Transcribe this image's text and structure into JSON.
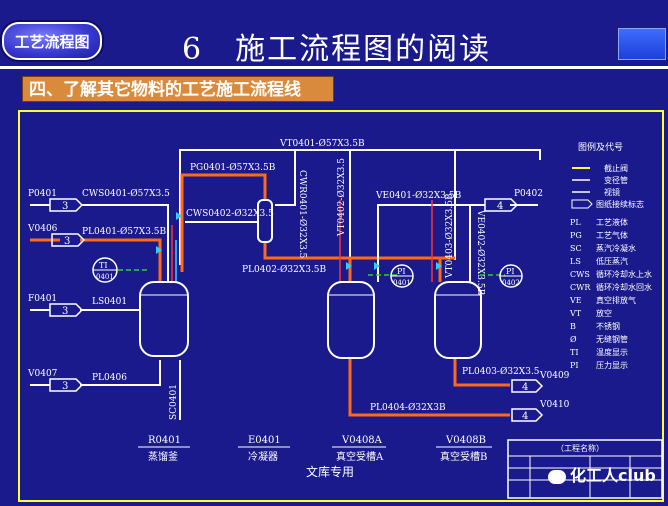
{
  "header": {
    "logo_label": "工艺流程图",
    "title": "6　施工流程图的阅读",
    "subtitle": "四、了解其它物料的工艺施工流程线"
  },
  "lines": {
    "vt0401": "VT0401-Ø57X3.5B",
    "pg0401": "PG0401-Ø57X3.5B",
    "cws0401": "CWS0401-Ø57X3.5",
    "pl0401": "PL0401-Ø57X3.5B",
    "cws0402": "CWS0402-Ø32X3.5",
    "cwr0401": "CWR0401-Ø32X3.5",
    "vt0402": "VT0402-Ø32X3.5",
    "ve0401": "VE0401-Ø32X3.5B",
    "vt0403": "VT0403-Ø32X3.5B",
    "ve0402": "VE0402-Ø32X3.5B",
    "pl0402": "PL0402-Ø32X3.5B",
    "ls0401": "LS0401",
    "pl0406": "PL0406",
    "sc0401": "SC0401",
    "pl0403": "PL0403-Ø32X3.5",
    "pl0404": "PL0404-Ø32X3B"
  },
  "streams": {
    "p0401": "P0401",
    "v0406": "V0406",
    "f0401": "F0401",
    "v0407": "V0407",
    "p0402": "P0402",
    "v0409": "V0409",
    "v0410": "V0410",
    "n3": "3",
    "n4": "4"
  },
  "instruments": {
    "ti0401_top": "TI",
    "ti0401_bot": "0401",
    "pi0401_top": "PI",
    "pi0401_bot": "0401",
    "pi0402_top": "PI",
    "pi0402_bot": "0402"
  },
  "equipment": [
    {
      "tag": "R0401",
      "name": "蒸馏釜"
    },
    {
      "tag": "E0401",
      "name": "冷凝器"
    },
    {
      "tag": "V0408A",
      "name": "真空受槽A"
    },
    {
      "tag": "V0408B",
      "name": "真空受槽B"
    }
  ],
  "legend": {
    "title": "图例及代号",
    "symbols": [
      "截止阀",
      "变径管",
      "视镜",
      "图纸接续标志"
    ],
    "codes": [
      {
        "code": "PL",
        "text": "工艺液体"
      },
      {
        "code": "PG",
        "text": "工艺气体"
      },
      {
        "code": "SC",
        "text": "蒸汽冷凝水"
      },
      {
        "code": "LS",
        "text": "低压蒸汽"
      },
      {
        "code": "CWS",
        "text": "循环冷却水上水"
      },
      {
        "code": "CWR",
        "text": "循环冷却水回水"
      },
      {
        "code": "VE",
        "text": "真空排放气"
      },
      {
        "code": "VT",
        "text": "放空"
      },
      {
        "code": "B",
        "text": "不锈钢"
      },
      {
        "code": "Ø",
        "text": "无缝钢管"
      },
      {
        "code": "TI",
        "text": "温度显示"
      },
      {
        "code": "PI",
        "text": "压力显示"
      }
    ]
  },
  "title_block": {
    "heading": "（工程名称）"
  },
  "footer_note": "文库专用",
  "watermark": "化工人club",
  "colors": {
    "background": "#1a1a8c",
    "frame": "#ffff33",
    "pipe_white": "#ffffff",
    "pipe_orange": "#ff6a1a",
    "pipe_cyan": "#33ccff",
    "pipe_red": "#ff3333",
    "pipe_green": "#33cc33"
  }
}
